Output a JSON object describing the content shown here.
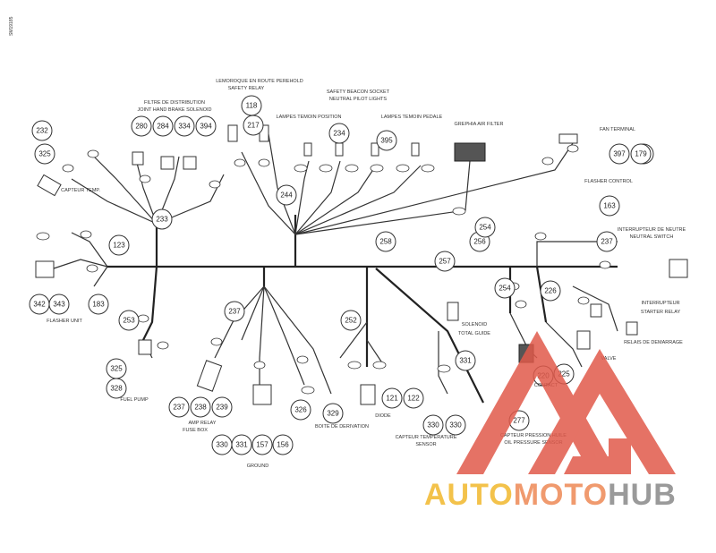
{
  "page": {
    "side_code": "SM19185"
  },
  "logo": {
    "part1": "AUTO",
    "part2": "MOTO",
    "part3": "HUB",
    "colors": {
      "auto": "#f3c24b",
      "moto": "#f09a6e",
      "hub": "#9a9a9a",
      "triangle": "#e15a4b"
    }
  },
  "bubbles": [
    "232",
    "325",
    "280",
    "284",
    "334",
    "394",
    "118",
    "217",
    "244",
    "233",
    "123",
    "342",
    "343",
    "183",
    "253",
    "325",
    "328",
    "237",
    "238",
    "239",
    "237",
    "330",
    "331",
    "157",
    "156",
    "326",
    "329",
    "252",
    "121",
    "122",
    "258",
    "256",
    "257",
    "254",
    "226",
    "254",
    "234",
    "395",
    "397",
    "397",
    "179",
    "163",
    "237",
    "220",
    "225",
    "331",
    "330",
    "330",
    "277"
  ],
  "labels": {
    "l1": "LEMOROQUE EN ROUTE PEREHOLD",
    "l2": "SAFETY RELAY",
    "l3": "SAFETY BEACON SOCKET",
    "l4": "NEUTRAL PILOT LIGHTS",
    "l5": "FILTRE DE DISTRIBUTION",
    "l6": "JOINT HAND BRAKE SOLENOID",
    "l7": "LAMPES TEMOIN POSITION",
    "l8": "LAMPES TEMOIN PEDALE",
    "l9": "GREPHIA AIR FILTER",
    "l10": "CAPTEUR TEMP.",
    "l11": "INTERRUPTEUR DE NEUTRE",
    "l12": "NEUTRAL SWITCH",
    "l13": "FAN TERMINAL",
    "l14": "FLASHER CONTROL",
    "l15": "INTERRUPTEUR",
    "l16": "STARTER RELAY",
    "l17": "RELAIS DE DEMARRAGE",
    "l18": "VALVE",
    "l19": "SOLENOID",
    "l20": "TOTAL GUIDE",
    "l21": "FLASHER UNIT",
    "l22": "CAPTEUR TEMPERATURE",
    "l23": "SENSOR",
    "l24": "CONTACT",
    "l25": "FUEL PUMP",
    "l26": "BOITE DE DERIVATION",
    "l27": "AMP RELAY",
    "l28": "GROUND",
    "l29": "CAPTEUR PRESSION HUILE",
    "l30": "OIL PRESSURE SENSOR",
    "l31": "DIODE",
    "l32": "FUSE BOX"
  }
}
